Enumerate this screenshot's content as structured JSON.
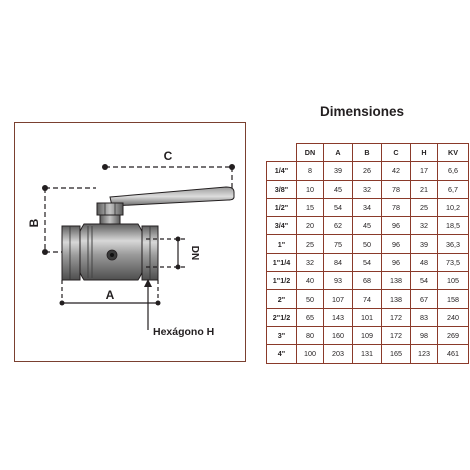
{
  "diagram": {
    "labels": {
      "C": "C",
      "B": "B",
      "DN": "DN",
      "A": "A",
      "hexagon": "Hexágono H"
    }
  },
  "dimensions": {
    "title": "Dimensiones",
    "headers": [
      "",
      "DN",
      "A",
      "B",
      "C",
      "H",
      "KV"
    ],
    "rows": [
      [
        "1/4\"",
        "8",
        "39",
        "26",
        "42",
        "17",
        "6,6"
      ],
      [
        "3/8\"",
        "10",
        "45",
        "32",
        "78",
        "21",
        "6,7"
      ],
      [
        "1/2\"",
        "15",
        "54",
        "34",
        "78",
        "25",
        "10,2"
      ],
      [
        "3/4\"",
        "20",
        "62",
        "45",
        "96",
        "32",
        "18,5"
      ],
      [
        "1\"",
        "25",
        "75",
        "50",
        "96",
        "39",
        "36,3"
      ],
      [
        "1\"1/4",
        "32",
        "84",
        "54",
        "96",
        "48",
        "73,5"
      ],
      [
        "1\"1/2",
        "40",
        "93",
        "68",
        "138",
        "54",
        "105"
      ],
      [
        "2\"",
        "50",
        "107",
        "74",
        "138",
        "67",
        "158"
      ],
      [
        "2\"1/2",
        "65",
        "143",
        "101",
        "172",
        "83",
        "240"
      ],
      [
        "3\"",
        "80",
        "160",
        "109",
        "172",
        "98",
        "269"
      ],
      [
        "4\"",
        "100",
        "203",
        "131",
        "165",
        "123",
        "461"
      ]
    ]
  },
  "colors": {
    "frame": "#7a4030",
    "table_border": "#8a3a2a",
    "ink": "#231f20",
    "metal": "#8e8e8e"
  }
}
